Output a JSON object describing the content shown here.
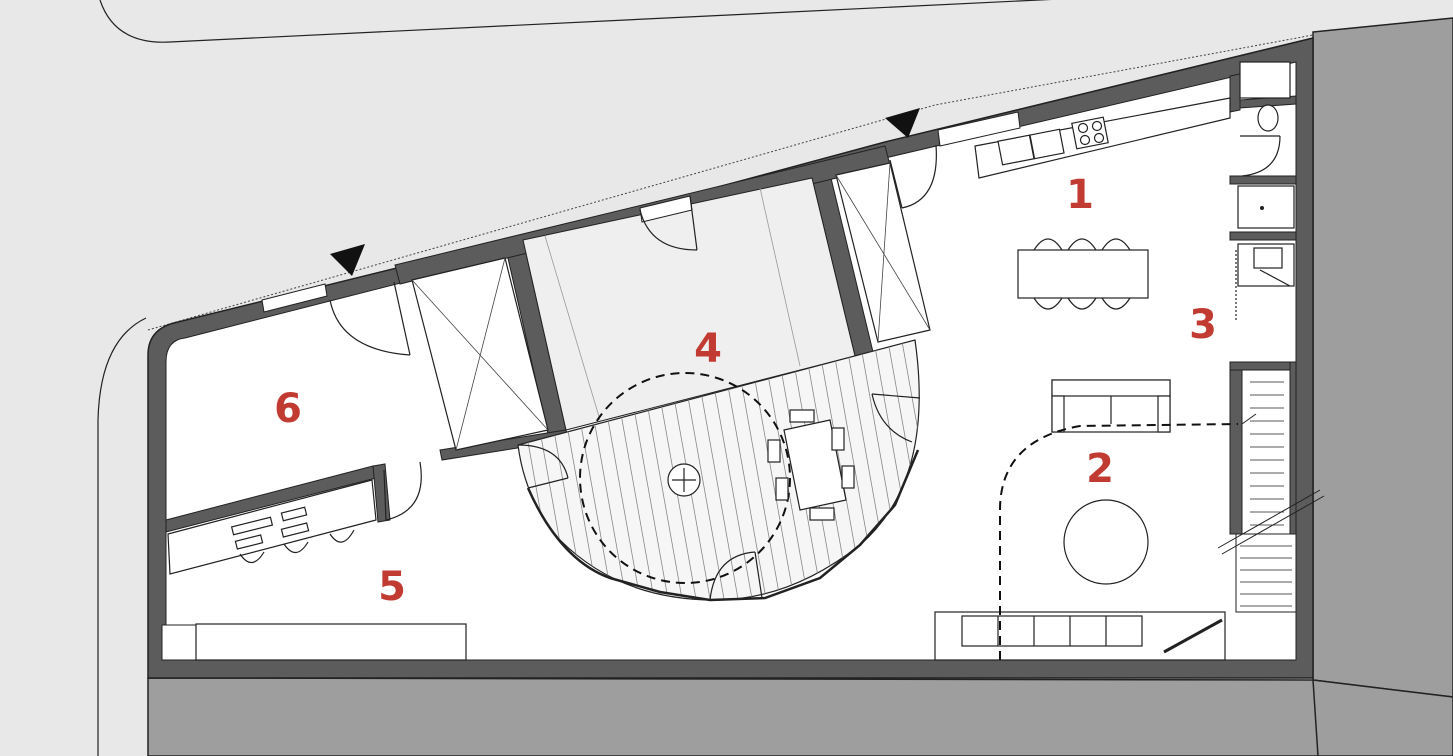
{
  "colors": {
    "background": "#e8e8e8",
    "interior": "#ffffff",
    "wall": "#5c5c5c",
    "neighbor": "#9e9e9e",
    "label": "#c23b32",
    "line": "#222222"
  },
  "icons": {
    "entrance_markers": "entrance-triangle-icon",
    "center_marker": "center-cross-icon"
  },
  "rooms": [
    {
      "id": "kitchen",
      "label": "1"
    },
    {
      "id": "living",
      "label": "2"
    },
    {
      "id": "service-strip",
      "label": "3"
    },
    {
      "id": "dining-rotunda",
      "label": "4"
    },
    {
      "id": "lounge",
      "label": "5"
    },
    {
      "id": "side-room",
      "label": "6"
    }
  ]
}
